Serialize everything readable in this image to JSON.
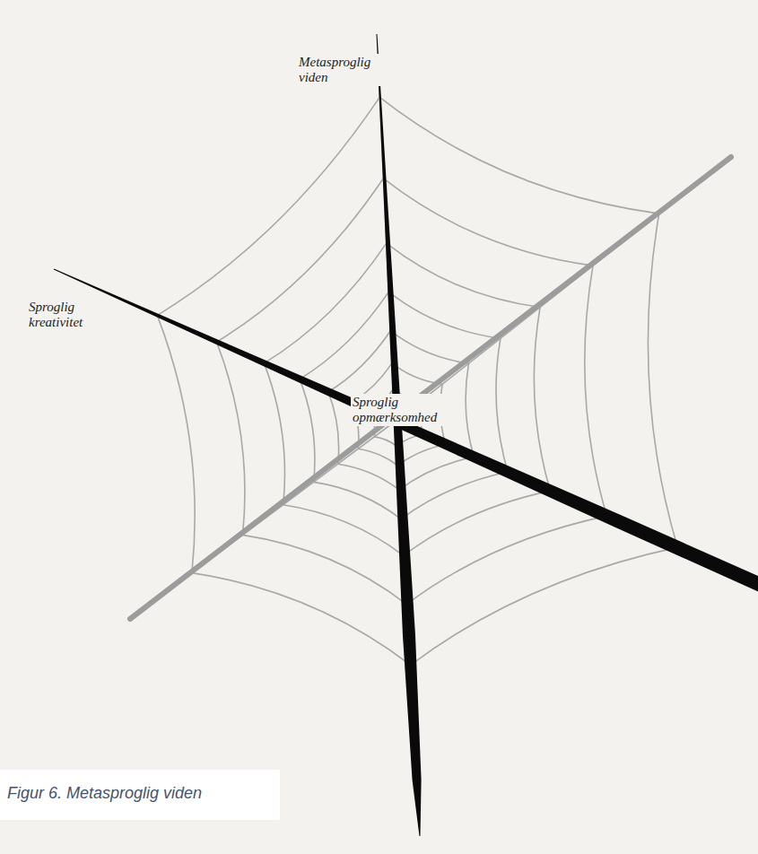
{
  "diagram": {
    "caption": "Figur 6. Metasproglig viden",
    "labels": [
      "Metasproglig viden",
      "Sproglig kreativitet",
      "Sproglig opmærksomhed"
    ]
  }
}
